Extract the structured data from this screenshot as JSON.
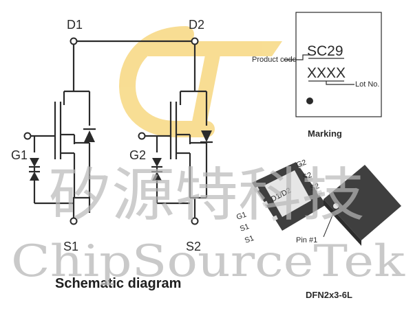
{
  "schematic": {
    "title": "Schematic diagram",
    "terminals": {
      "d1": "D1",
      "d2": "D2",
      "g1": "G1",
      "g2": "G2",
      "s1": "S1",
      "s2": "S2"
    }
  },
  "marking": {
    "title": "Marking",
    "product_code_label": "Product code",
    "product_code": "SC29",
    "lot_code": "XXXX",
    "lot_label": "Lot No."
  },
  "package": {
    "name": "DFN2x3-6L",
    "body_text": "D1/D2",
    "left_pins": [
      "G1",
      "S1",
      "S1"
    ],
    "right_pins": [
      "G2",
      "S2",
      "S2"
    ],
    "pin1_label": "Pin #1"
  },
  "watermark": {
    "chinese": "矽源特科技",
    "english": "ChipSourceTek"
  },
  "colors": {
    "line": "#2a2a2a",
    "logo": "#f3c23c",
    "package_body": "#3f3f3f",
    "watermark": "#b8b8b8"
  }
}
